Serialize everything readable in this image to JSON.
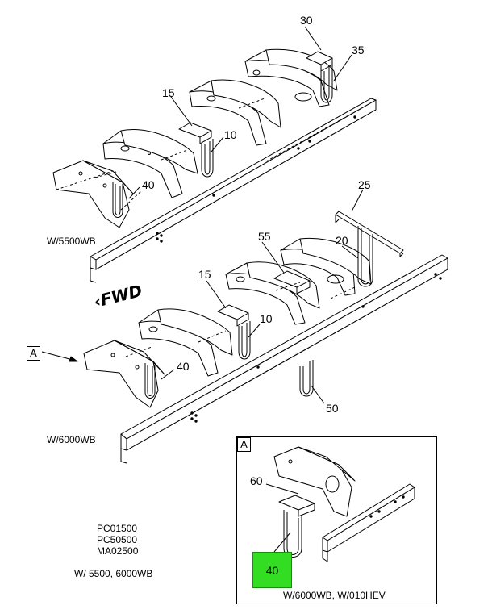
{
  "callouts": {
    "c30": "30",
    "c35": "35",
    "c15_top": "15",
    "c10_top": "10",
    "c40_top": "40",
    "c25": "25",
    "c55": "55",
    "c20": "20",
    "c15_mid": "15",
    "c10_mid": "10",
    "c40_mid": "40",
    "c50": "50",
    "c60": "60",
    "c40_inset": "40"
  },
  "captions": {
    "top_view": "W/5500WB",
    "mid_view": "W/6000WB",
    "inset_view": "W/6000WB, W/010HEV",
    "fwd": "FWD",
    "view_ref": "A",
    "inset_ref": "A",
    "codes": [
      "PC01500",
      "PC50500",
      "MA02500"
    ],
    "applies": "W/ 5500, 6000WB"
  },
  "colors": {
    "highlight": "#33dd22",
    "line": "#000000"
  }
}
